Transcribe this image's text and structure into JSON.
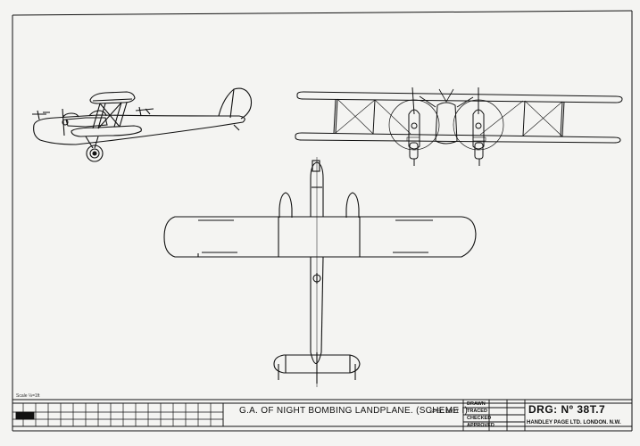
{
  "title_block": {
    "title": "G.A. OF NIGHT BOMBING LANDPLANE. (SCHEME I)",
    "spec": "SPEC 19/27",
    "drawing_number": "DRG: Nº 38T.7",
    "firm": "HANDLEY PAGE LTD. LONDON. N.W.",
    "scale_note": "Scale ⅛=1ft",
    "rows": [
      "DRAWN",
      "TRACED",
      "CHECKED",
      "APPROVED"
    ]
  },
  "colors": {
    "paper": "#f4f4f2",
    "ink": "#111111"
  }
}
